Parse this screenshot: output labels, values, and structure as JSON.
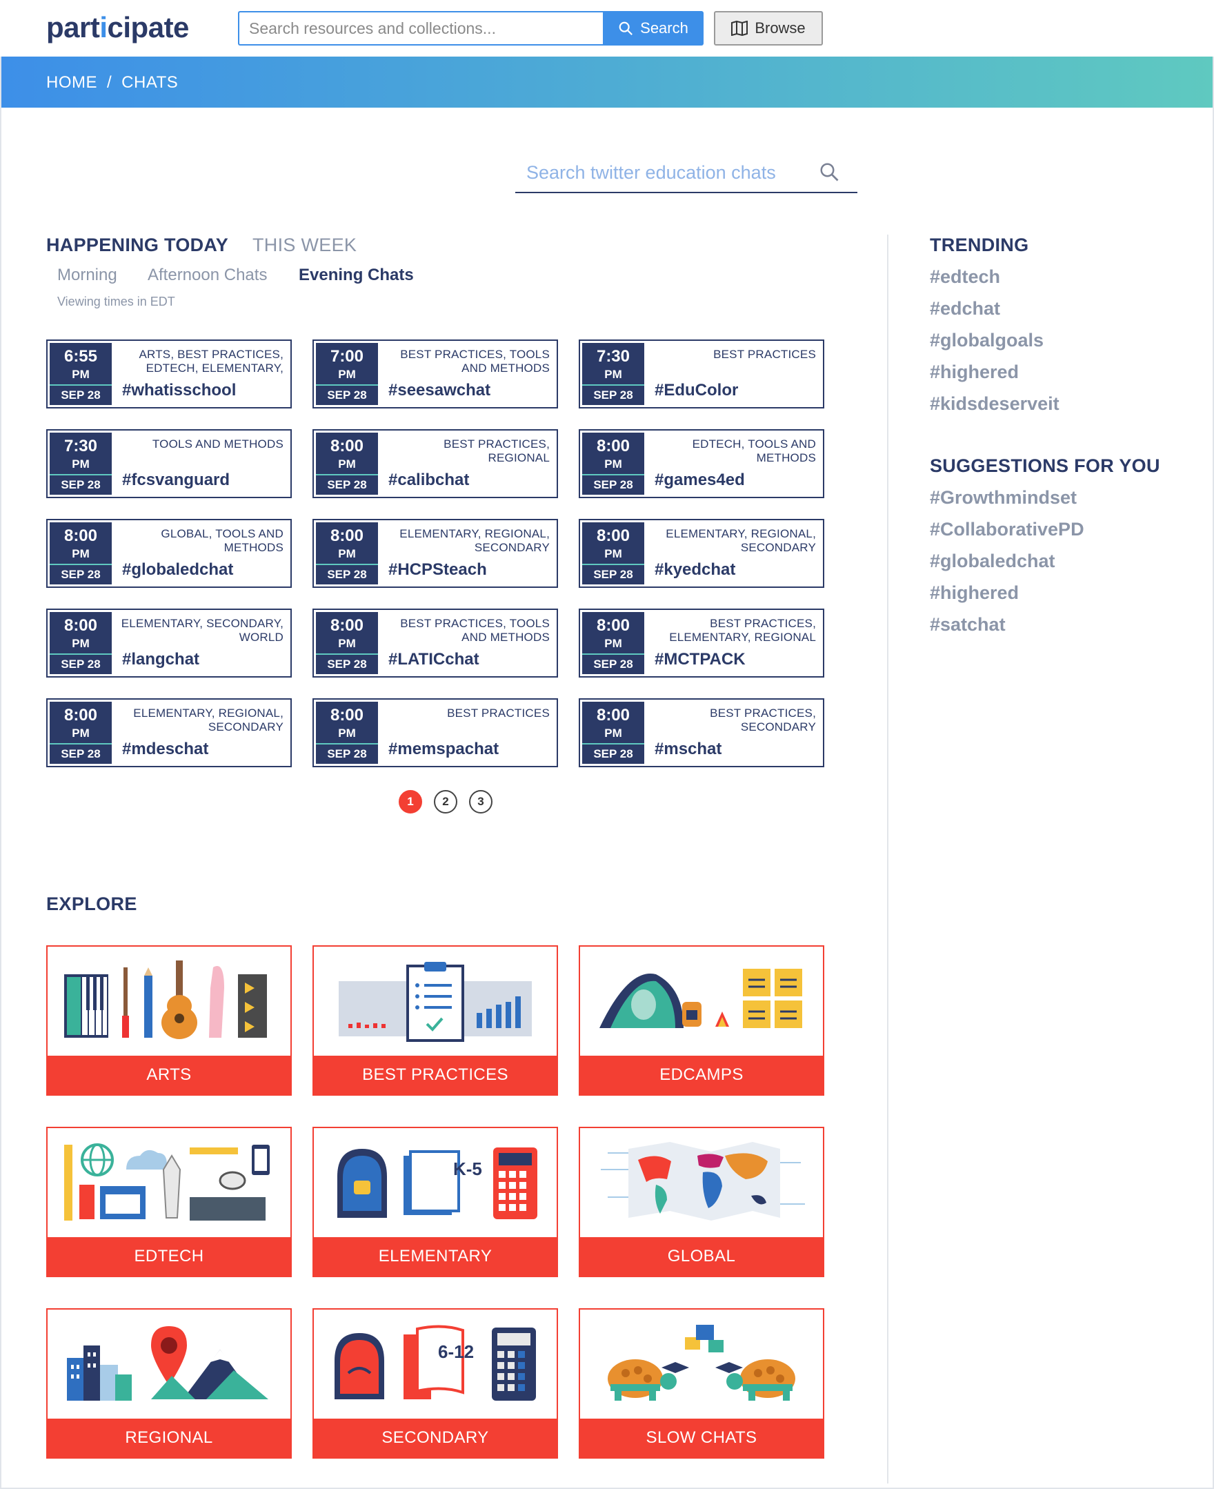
{
  "header": {
    "logo": "participate",
    "search_placeholder": "Search resources and collections...",
    "search_label": "Search",
    "browse_label": "Browse"
  },
  "breadcrumb": {
    "home": "HOME",
    "sep": "/",
    "current": "CHATS"
  },
  "chat_search": {
    "placeholder": "Search twitter education chats"
  },
  "tabs": {
    "today": "HAPPENING TODAY",
    "week": "THIS WEEK"
  },
  "subtabs": {
    "morning": "Morning",
    "afternoon": "Afternoon Chats",
    "evening": "Evening Chats"
  },
  "viewing_note": "Viewing times in EDT",
  "chats": [
    {
      "time": "6:55",
      "ampm": "PM",
      "date": "SEP 28",
      "cats": "ARTS, BEST PRACTICES, EDTECH, ELEMENTARY,",
      "tag": "#whatisschool"
    },
    {
      "time": "7:00",
      "ampm": "PM",
      "date": "SEP 28",
      "cats": "BEST PRACTICES, TOOLS AND METHODS",
      "tag": "#seesawchat"
    },
    {
      "time": "7:30",
      "ampm": "PM",
      "date": "SEP 28",
      "cats": "BEST PRACTICES",
      "tag": "#EduColor"
    },
    {
      "time": "7:30",
      "ampm": "PM",
      "date": "SEP 28",
      "cats": "TOOLS AND METHODS",
      "tag": "#fcsvanguard"
    },
    {
      "time": "8:00",
      "ampm": "PM",
      "date": "SEP 28",
      "cats": "BEST PRACTICES, REGIONAL",
      "tag": "#calibchat"
    },
    {
      "time": "8:00",
      "ampm": "PM",
      "date": "SEP 28",
      "cats": "EDTECH, TOOLS AND METHODS",
      "tag": "#games4ed"
    },
    {
      "time": "8:00",
      "ampm": "PM",
      "date": "SEP 28",
      "cats": "GLOBAL, TOOLS AND METHODS",
      "tag": "#globaledchat"
    },
    {
      "time": "8:00",
      "ampm": "PM",
      "date": "SEP 28",
      "cats": "ELEMENTARY, REGIONAL, SECONDARY",
      "tag": "#HCPSteach"
    },
    {
      "time": "8:00",
      "ampm": "PM",
      "date": "SEP 28",
      "cats": "ELEMENTARY, REGIONAL, SECONDARY",
      "tag": "#kyedchat"
    },
    {
      "time": "8:00",
      "ampm": "PM",
      "date": "SEP 28",
      "cats": "ELEMENTARY, SECONDARY, WORLD",
      "tag": "#langchat"
    },
    {
      "time": "8:00",
      "ampm": "PM",
      "date": "SEP 28",
      "cats": "BEST PRACTICES, TOOLS AND METHODS",
      "tag": "#LATICchat"
    },
    {
      "time": "8:00",
      "ampm": "PM",
      "date": "SEP 28",
      "cats": "BEST PRACTICES, ELEMENTARY, REGIONAL",
      "tag": "#MCTPACK"
    },
    {
      "time": "8:00",
      "ampm": "PM",
      "date": "SEP 28",
      "cats": "ELEMENTARY, REGIONAL, SECONDARY",
      "tag": "#mdeschat"
    },
    {
      "time": "8:00",
      "ampm": "PM",
      "date": "SEP 28",
      "cats": "BEST PRACTICES",
      "tag": "#memspachat"
    },
    {
      "time": "8:00",
      "ampm": "PM",
      "date": "SEP 28",
      "cats": "BEST PRACTICES, SECONDARY",
      "tag": "#mschat"
    }
  ],
  "pagination": {
    "pages": [
      "1",
      "2",
      "3"
    ],
    "current": "1"
  },
  "explore": {
    "title": "EXPLORE",
    "categories": [
      "ARTS",
      "BEST PRACTICES",
      "EDCAMPS",
      "EDTECH",
      "ELEMENTARY",
      "GLOBAL",
      "REGIONAL",
      "SECONDARY",
      "SLOW CHATS"
    ],
    "art_text": {
      "elementary": "K-5",
      "secondary": "6-12"
    }
  },
  "sidebar": {
    "trending_title": "TRENDING",
    "trending": [
      "#edtech",
      "#edchat",
      "#globalgoals",
      "#highered",
      "#kidsdeserveit"
    ],
    "suggestions_title": "SUGGESTIONS FOR YOU",
    "suggestions": [
      "#Growthmindset",
      "#CollaborativePD",
      "#globaledchat",
      "#highered",
      "#satchat"
    ]
  },
  "colors": {
    "navy": "#2b3a67",
    "accent_blue": "#3d8fe8",
    "teal": "#5fc9c0",
    "red": "#f33f33",
    "muted": "#8b95a8"
  }
}
